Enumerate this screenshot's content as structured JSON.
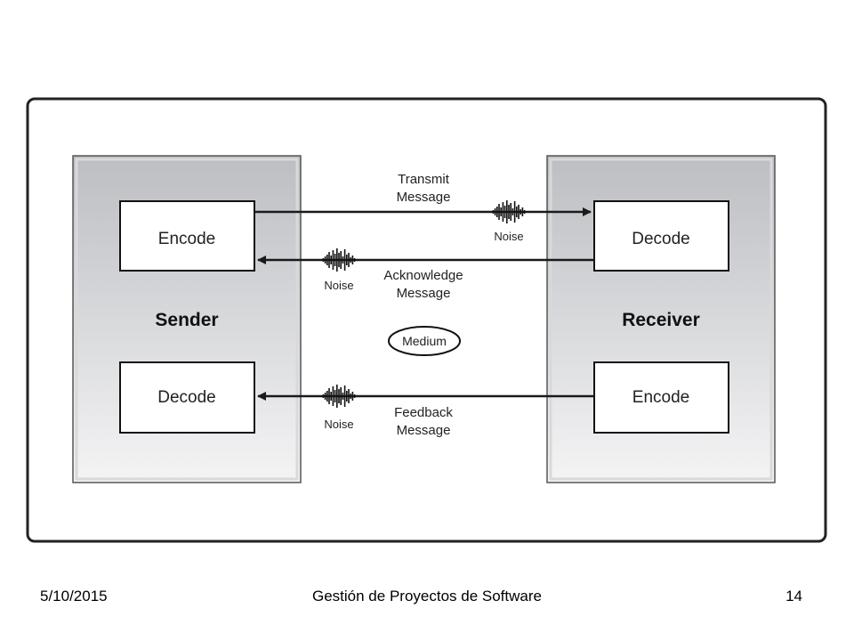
{
  "diagram": {
    "sender": {
      "label": "Sender",
      "encode": "Encode",
      "decode": "Decode"
    },
    "receiver": {
      "label": "Receiver",
      "decode": "Decode",
      "encode": "Encode"
    },
    "transmit": {
      "line1": "Transmit",
      "line2": "Message"
    },
    "acknowledge": {
      "line1": "Acknowledge",
      "line2": "Message"
    },
    "feedback": {
      "line1": "Feedback",
      "line2": "Message"
    },
    "medium": "Medium",
    "noise": "Noise"
  },
  "footer": {
    "date": "5/10/2015",
    "title": "Gestión de Proyectos de Software",
    "page": "14"
  }
}
